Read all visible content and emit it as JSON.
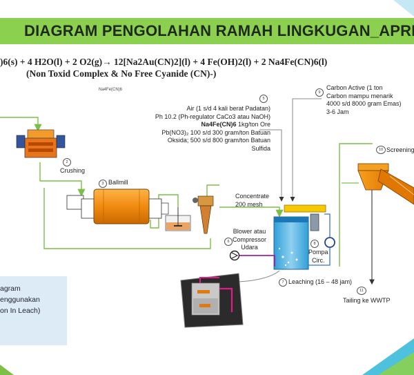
{
  "title": "DIAGRAM PENGOLAHAN RAMAH LINGKUGAN_APRI",
  "equation": {
    "main": ")6(s)  + 4 H2O(l) + 2 O2(g)→ 12[Na2Au(CN)2](l) + 4 Fe(OH)2(l) + 2 Na4Fe(CN)6(l)",
    "subtitle": "(Non Toxid Complex & No Free Cyanide (CN)-)"
  },
  "small_label": "Na4Fe(CN)6",
  "reagents": {
    "badge": "5",
    "line1": "Air (1 s/d 4 kali berat Padatan)",
    "line2": "Ph 10.2 (Ph-regulator CaCo3 atau NaOH)",
    "line3_bold": "Na4Fe(CN)6",
    "line3_rest": " 1kg/ton Ore",
    "line4": "Pb(NO3)₂ 100 s/d 300 gram/ton Batuan",
    "line5": "Oksida; 500 s/d 800 gram/ton Batuan",
    "line6": "Sulfida"
  },
  "carbon": {
    "badge": "9",
    "line1": "Carbon Active (1 ton",
    "line2": "Carbon mampu menarik",
    "line3": "4000 s/d 8000 gram Emas)",
    "line4": "3-6 Jam"
  },
  "steps": {
    "crushing": {
      "badge": "2",
      "label": "Crushing"
    },
    "ballmill": {
      "badge": "3",
      "label": "Ballmill"
    },
    "concentrate": {
      "line1": "Concentrate",
      "line2": "200 mesh"
    },
    "blower": {
      "badge": "6",
      "line1": "Blower atau",
      "line2": "Compressor",
      "line3": "Udara"
    },
    "pompa": {
      "badge": "8",
      "line1": "Pompa",
      "line2": "Circ."
    },
    "leaching": {
      "badge": "7",
      "label": "Leaching (16 – 48 jam)"
    },
    "screening": {
      "badge": "10",
      "label": "Screening"
    },
    "tailing": {
      "badge": "11",
      "label": "Tailing ke WWTP"
    }
  },
  "legend": {
    "line1": "agram",
    "line2": "enggunakan",
    "line3": "on In Leach)"
  }
}
